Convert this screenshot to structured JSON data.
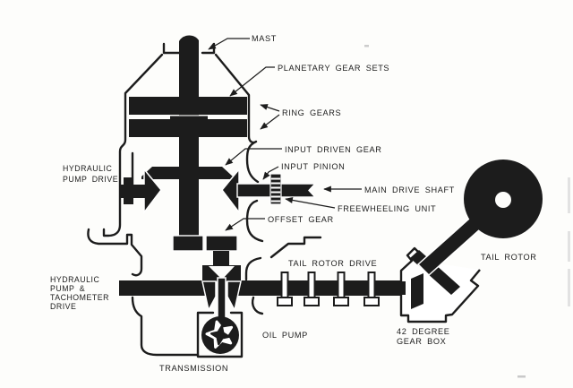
{
  "figure": {
    "type": "technical-line-diagram",
    "subject": "Helicopter transmission and tail rotor drive system cutaway schematic"
  },
  "colors": {
    "ink": "#1c1c1c",
    "paper": "#fdfdfb"
  },
  "labels": {
    "mast": "MAST",
    "planetary_gear_sets": "PLANETARY GEAR SETS",
    "ring_gears": "RING GEARS",
    "input_driven_gear": "INPUT DRIVEN GEAR",
    "input_pinion": "INPUT PINION",
    "main_drive_shaft": "MAIN DRIVE SHAFT",
    "freewheeling_unit": "FREEWHEELING UNIT",
    "offset_gear": "OFFSET GEAR",
    "hydraulic_pump_drive_line1": "HYDRAULIC",
    "hydraulic_pump_drive_line2": "PUMP DRIVE",
    "tail_rotor_drive": "TAIL ROTOR DRIVE",
    "tail_rotor": "TAIL ROTOR",
    "hyd_tach_line1": "HYDRAULIC",
    "hyd_tach_line2": "PUMP &",
    "hyd_tach_line3": "TACHOMETER",
    "hyd_tach_line4": "DRIVE",
    "oil_pump": "OIL PUMP",
    "gear_box_line1": "42 DEGREE",
    "gear_box_line2": "GEAR BOX",
    "transmission": "TRANSMISSION"
  }
}
